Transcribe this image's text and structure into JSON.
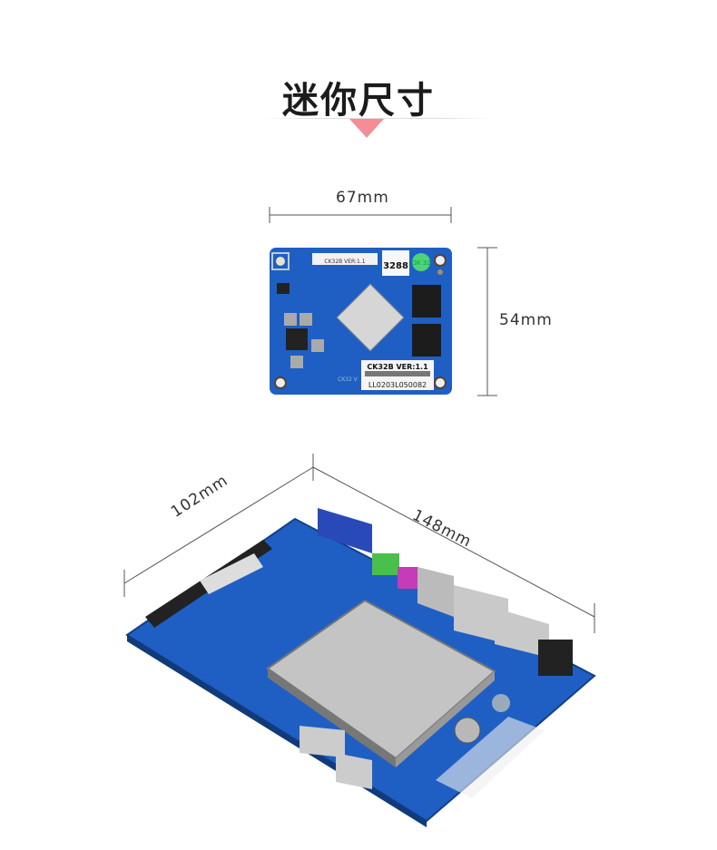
{
  "title": "迷你尺寸",
  "core_board": {
    "width_label": "67mm",
    "height_label": "54mm",
    "top_label": "CK32B VER:1.1",
    "chip_label": "3288",
    "ok_badge": "OK 32",
    "sticker_title": "CK32B VER:1.1",
    "sticker_serial": "LL0203L050082",
    "silk_label": "CK32 V"
  },
  "carrier_board": {
    "depth_label": "102mm",
    "length_label": "148mm"
  },
  "colors": {
    "accent": "#f38d96",
    "pcb": "#1f5fc4",
    "text": "#1b1b1b"
  }
}
